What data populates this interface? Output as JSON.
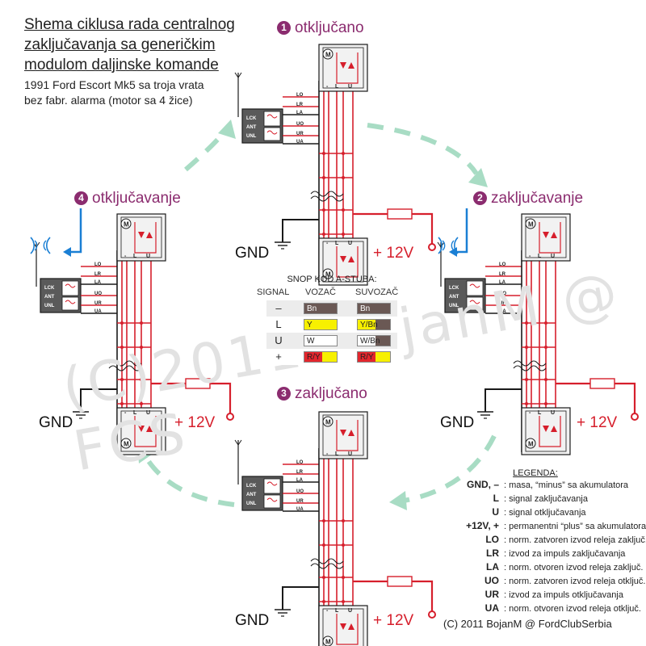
{
  "title": {
    "lines": [
      "Shema ciklusa rada centralnog",
      "zaključavanja sa generičkim",
      "modulom daljinske komande"
    ],
    "sub1": "1991 Ford Escort Mk5 sa troja vrata",
    "sub2": "bez fabr. alarma (motor sa 4 žice)"
  },
  "stages": [
    {
      "num": "1",
      "label": "otključano"
    },
    {
      "num": "2",
      "label": "zaključavanje"
    },
    {
      "num": "3",
      "label": "zaključano"
    },
    {
      "num": "4",
      "label": "otključavanje"
    }
  ],
  "gnd_label": "GND",
  "v12_label": "+ 12V",
  "module": {
    "lck": "LCK",
    "ant": "ANT",
    "unl": "UNL",
    "minus": "-",
    "plus": "+"
  },
  "terminals": [
    "LO",
    "LR",
    "LA",
    "UO",
    "UR",
    "UA"
  ],
  "actuator": {
    "motor": "M",
    "l": "L",
    "u": "U",
    "minus": "-"
  },
  "wire_table": {
    "title": "SNOP KOD A-STUBA:",
    "headers": [
      "SIGNAL",
      "VOZAČ",
      "SUVOZAČ"
    ],
    "rows": [
      {
        "signal": "–",
        "driver": "Bn",
        "passenger": "Bn",
        "driver_bg": "#6a5854",
        "driver_fg": "#ffffff",
        "pass_bg": "#6a5854",
        "pass_fg": "#ffffff"
      },
      {
        "signal": "L",
        "driver": "Y",
        "passenger": "Y/Bn",
        "driver_bg": "#f7f000",
        "driver_fg": "#222222",
        "pass_bg": "#f7f000",
        "pass_fg": "#222222"
      },
      {
        "signal": "U",
        "driver": "W",
        "passenger": "W/Bn",
        "driver_bg": "#ffffff",
        "driver_fg": "#222222",
        "pass_bg": "#ffffff",
        "pass_fg": "#222222"
      },
      {
        "signal": "+",
        "driver": "R/Y",
        "passenger": "R/Y",
        "driver_bg": "#e3262d",
        "driver_fg": "#222222",
        "pass_bg": "#e3262d",
        "pass_fg": "#222222"
      }
    ]
  },
  "legend": {
    "title": "LEGENDA:",
    "items": [
      {
        "key": "GND, –",
        "desc": ": masa, “minus” sa akumulatora"
      },
      {
        "key": "L",
        "desc": ": signal zaključavanja"
      },
      {
        "key": "U",
        "desc": ": signal otključavanja"
      },
      {
        "key": "+12V, +",
        "desc": ": permanentni “plus” sa akumulatora"
      },
      {
        "key": "LO",
        "desc": ": norm. zatvoren izvod releja zaključ."
      },
      {
        "key": "LR",
        "desc": ": izvod za impuls zaključavanja"
      },
      {
        "key": "LA",
        "desc": ": norm. otvoren izvod releja zaključ."
      },
      {
        "key": "UO",
        "desc": ": norm. zatvoren izvod releja otključ."
      },
      {
        "key": "UR",
        "desc": ": izvod za impuls otključavanja"
      },
      {
        "key": "UA",
        "desc": ": norm. otvoren izvod releja otključ."
      }
    ]
  },
  "copyright": "(C) 2011 BojanM @ FordClubSerbia",
  "watermark": "(C)2011 BojanM @ FCS",
  "colors": {
    "red": "#d61f2c",
    "black": "#1a1a1a",
    "accent": "#8b2c6f",
    "arrow": "#a8dcc4",
    "blue": "#1a7fd4"
  }
}
